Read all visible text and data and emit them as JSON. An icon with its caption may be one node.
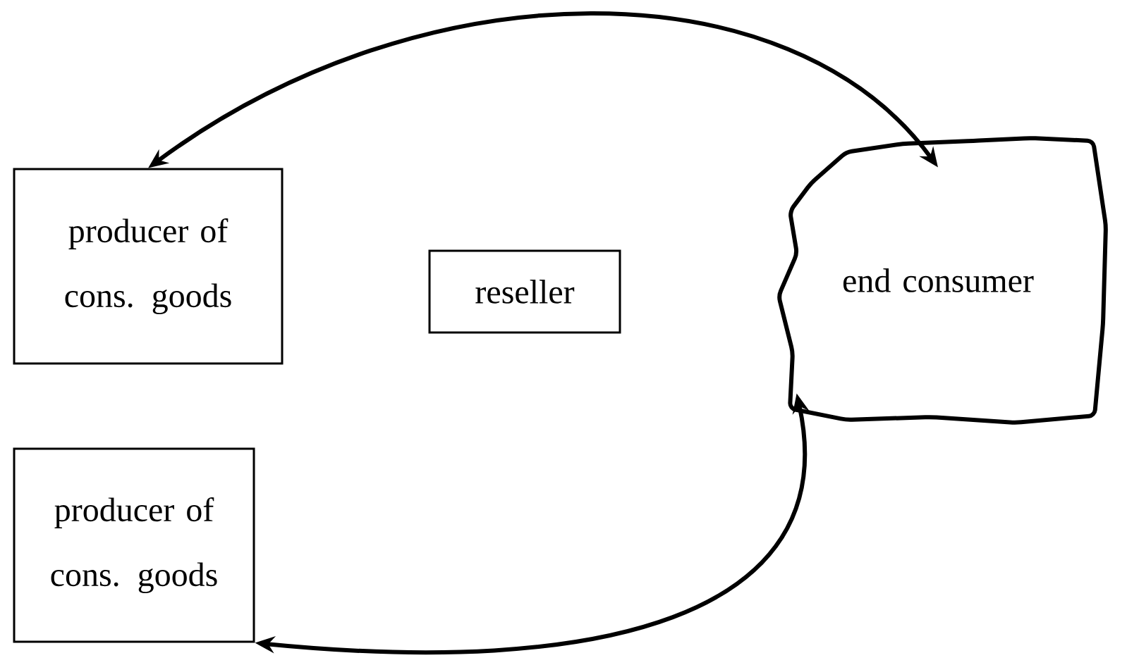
{
  "diagram": {
    "nodes": [
      {
        "text": [
          "producer of cons. goods"
        ]
      },
      {
        "text": [
          "reseller"
        ]
      },
      {
        "text": [
          "end consumer"
        ]
      },
      {
        "text": [
          "producer of cons. goods"
        ]
      }
    ],
    "edges": [
      {
        "from": 0,
        "to": 2,
        "arrow": "both"
      },
      {
        "from": 3,
        "to": 2,
        "arrow": "both"
      }
    ]
  }
}
